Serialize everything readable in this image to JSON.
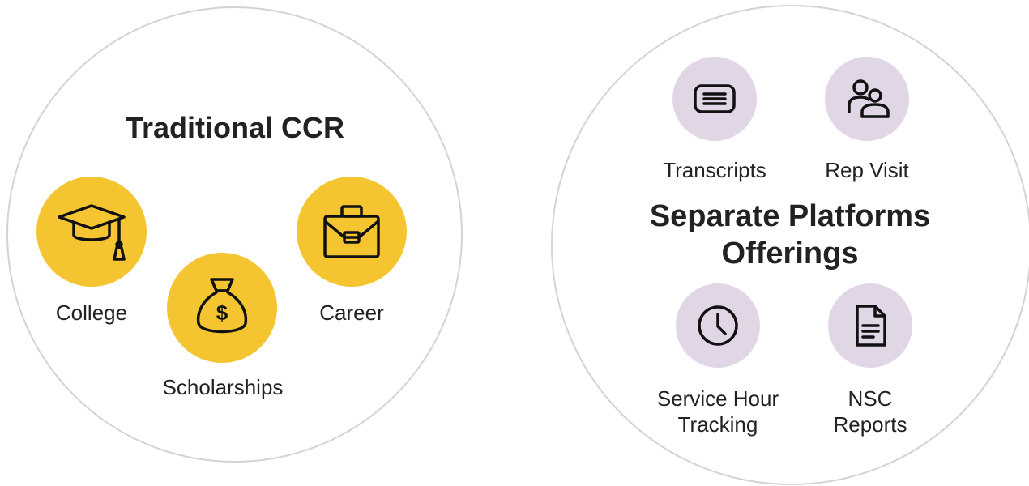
{
  "left": {
    "title": "Traditional CCR",
    "items": [
      {
        "label": "College",
        "icon": "graduation-cap-icon"
      },
      {
        "label": "Scholarships",
        "icon": "money-bag-icon"
      },
      {
        "label": "Career",
        "icon": "briefcase-icon"
      }
    ],
    "accent_color": "#f4c530"
  },
  "right": {
    "title_line1": "Separate Platforms",
    "title_line2": "Offerings",
    "items": [
      {
        "label": "Transcripts",
        "icon": "transcript-card-icon"
      },
      {
        "label": "Rep Visit",
        "icon": "people-icon"
      },
      {
        "label_line1": "Service Hour",
        "label_line2": "Tracking",
        "icon": "clock-icon"
      },
      {
        "label_line1": "NSC",
        "label_line2": "Reports",
        "icon": "document-icon"
      }
    ],
    "accent_color": "#e0d6e6"
  },
  "outline_color": "#d3d3d3"
}
